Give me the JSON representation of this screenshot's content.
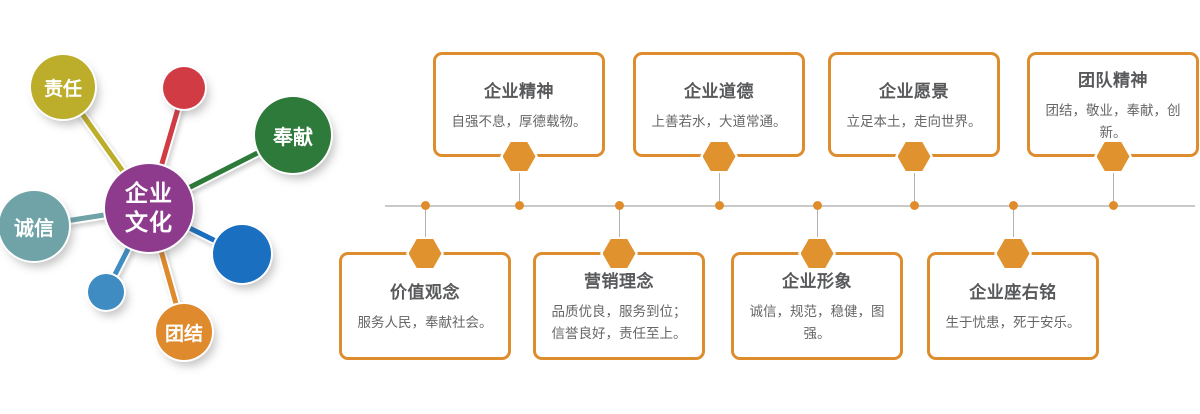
{
  "mindmap": {
    "center": {
      "label": "企业\n文化",
      "color": "#8e3b8e"
    },
    "nodes": [
      {
        "id": "responsibility",
        "label": "责任",
        "color": "#bcad2b"
      },
      {
        "id": "red-node",
        "label": "",
        "color": "#d03b44"
      },
      {
        "id": "dedication",
        "label": "奉献",
        "color": "#2e7a3a"
      },
      {
        "id": "integrity",
        "label": "诚信",
        "color": "#6fa3a8"
      },
      {
        "id": "blue-node",
        "label": "",
        "color": "#1b6fc0"
      },
      {
        "id": "lightblue-node",
        "label": "",
        "color": "#3e8cc1"
      },
      {
        "id": "unity",
        "label": "团结",
        "color": "#de8a2d"
      }
    ]
  },
  "cards": {
    "top": [
      {
        "title": "企业精神",
        "body": "自强不息，厚德载物。"
      },
      {
        "title": "企业道德",
        "body": "上善若水，大道常通。"
      },
      {
        "title": "企业愿景",
        "body": "立足本土，走向世界。"
      },
      {
        "title": "团队精神",
        "body": "团结，敬业，奉献，创新。"
      }
    ],
    "bottom": [
      {
        "title": "价值观念",
        "body": "服务人民，奉献社会。"
      },
      {
        "title": "营销理念",
        "body": "品质优良，服务到位；\n信誉良好，责任至上。"
      },
      {
        "title": "企业形象",
        "body": "诚信，规范，稳健，图强。"
      },
      {
        "title": "企业座右铭",
        "body": "生于忧患，死于安乐。"
      }
    ]
  },
  "colors": {
    "accent_orange": "#dd8d2e",
    "hexagon_orange": "#e0922f",
    "dot_orange": "#e08c2b",
    "timeline_line": "#c9c9c9",
    "connector_line": "#b3b3b3",
    "title_text": "#58595b",
    "body_text": "#666666",
    "center_purple": "#8e3b8e",
    "node_yellow": "#bcad2b",
    "node_red": "#d03b44",
    "node_green": "#2e7a3a",
    "node_teal": "#6fa3a8",
    "node_blue": "#1b6fc0",
    "node_lightblue": "#3e8cc1",
    "node_orange": "#de8a2d"
  }
}
